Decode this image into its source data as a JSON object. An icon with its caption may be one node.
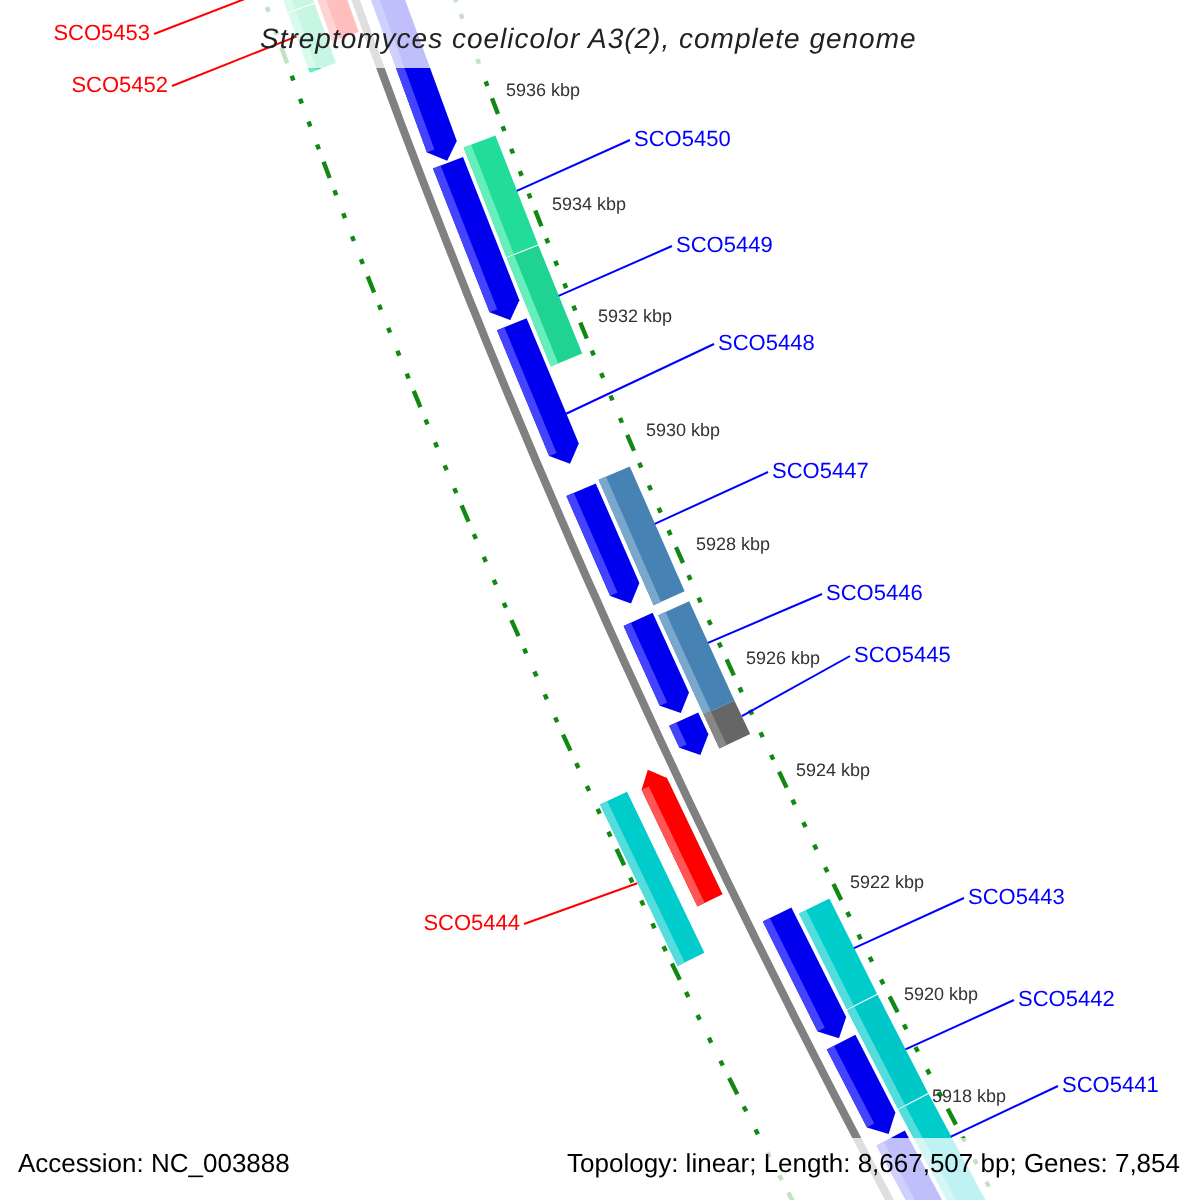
{
  "diagram": {
    "title": "Streptomyces coelicolor A3(2), complete genome",
    "nodes": [
      {
        "text": [
          "SCO5453"
        ]
      },
      {
        "text": [
          "SCO5452"
        ]
      },
      {
        "text": [
          "SCO5450"
        ]
      },
      {
        "text": [
          "SCO5449"
        ]
      },
      {
        "text": [
          "SCO5448"
        ]
      },
      {
        "text": [
          "SCO5447"
        ]
      },
      {
        "text": [
          "SCO5446"
        ]
      },
      {
        "text": [
          "SCO5445"
        ]
      },
      {
        "text": [
          "SCO5443"
        ]
      },
      {
        "text": [
          "SCO5444"
        ]
      },
      {
        "text": [
          "SCO5442"
        ]
      },
      {
        "text": [
          "SCO5441"
        ]
      },
      {
        "text": [],
        "shape": "bar"
      },
      {
        "text": [],
        "shape": "bar"
      },
      {
        "text": [],
        "shape": "bar"
      },
      {
        "text": [],
        "shape": "bar"
      },
      {
        "text": [],
        "shape": "arrow"
      },
      {
        "text": [],
        "shape": "bar"
      },
      {
        "text": [],
        "shape": "bar"
      },
      {
        "text": [],
        "shape": "bar"
      },
      {
        "text": [],
        "shape": "bar"
      },
      {
        "text": [],
        "shape": "bar"
      },
      {
        "text": [],
        "shape": "bar"
      },
      {
        "text": [],
        "shape": "bar"
      }
    ],
    "edges": [
      {
        "from": 0,
        "to": 12,
        "arrow": "none",
        "color": "#ff0000"
      },
      {
        "from": 1,
        "to": 13,
        "arrow": "none",
        "color": "#ff0000"
      },
      {
        "from": 2,
        "to": 14,
        "arrow": "none"
      },
      {
        "from": 3,
        "to": 15,
        "arrow": "none"
      },
      {
        "from": 4,
        "to": 16,
        "arrow": "none"
      },
      {
        "from": 5,
        "to": 17,
        "arrow": "none"
      },
      {
        "from": 6,
        "to": 18,
        "arrow": "none"
      },
      {
        "from": 7,
        "to": 19,
        "arrow": "none"
      },
      {
        "from": 8,
        "to": 21,
        "arrow": "none"
      },
      {
        "from": 9,
        "to": 20,
        "arrow": "none",
        "color": "#ff0000"
      },
      {
        "from": 10,
        "to": 22,
        "arrow": "none"
      },
      {
        "from": 11,
        "to": 23,
        "arrow": "none"
      }
    ],
    "labels": [
      "5936 kbp",
      "5934 kbp",
      "5932 kbp",
      "5930 kbp",
      "5928 kbp",
      "5926 kbp",
      "5924 kbp",
      "5922 kbp",
      "5920 kbp",
      "5918 kbp",
      "Accession: NC_003888",
      "Topology: linear; Length: 8,667,507 bp; Genes: 7,854"
    ]
  }
}
